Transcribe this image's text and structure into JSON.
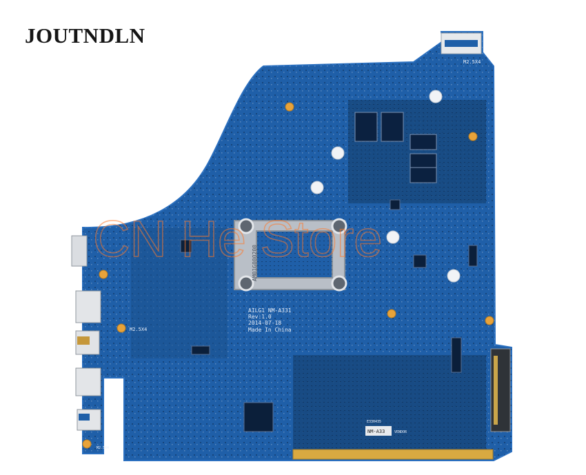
{
  "brand": "JOUTNDLN",
  "watermark": "CN He Store",
  "silkscreen": {
    "model": "AILG1 NM-A331",
    "rev": "Rev:1.0",
    "date": "2014-07-18",
    "origin": "Made In China",
    "screw_mark": "M2.5X4",
    "heatsink_code": "AM01G000200",
    "label_code": "NM-A33",
    "label_code2": "E330435",
    "label_vendor": "VENDOR"
  },
  "colors": {
    "pcb": "#1f5fa8",
    "pcb_dark": "#17497f",
    "pcb_edge": "#2a6fbf",
    "heatsink": "#b9bfc7",
    "gold": "#d9a941",
    "watermark": "#ff7a2b"
  }
}
